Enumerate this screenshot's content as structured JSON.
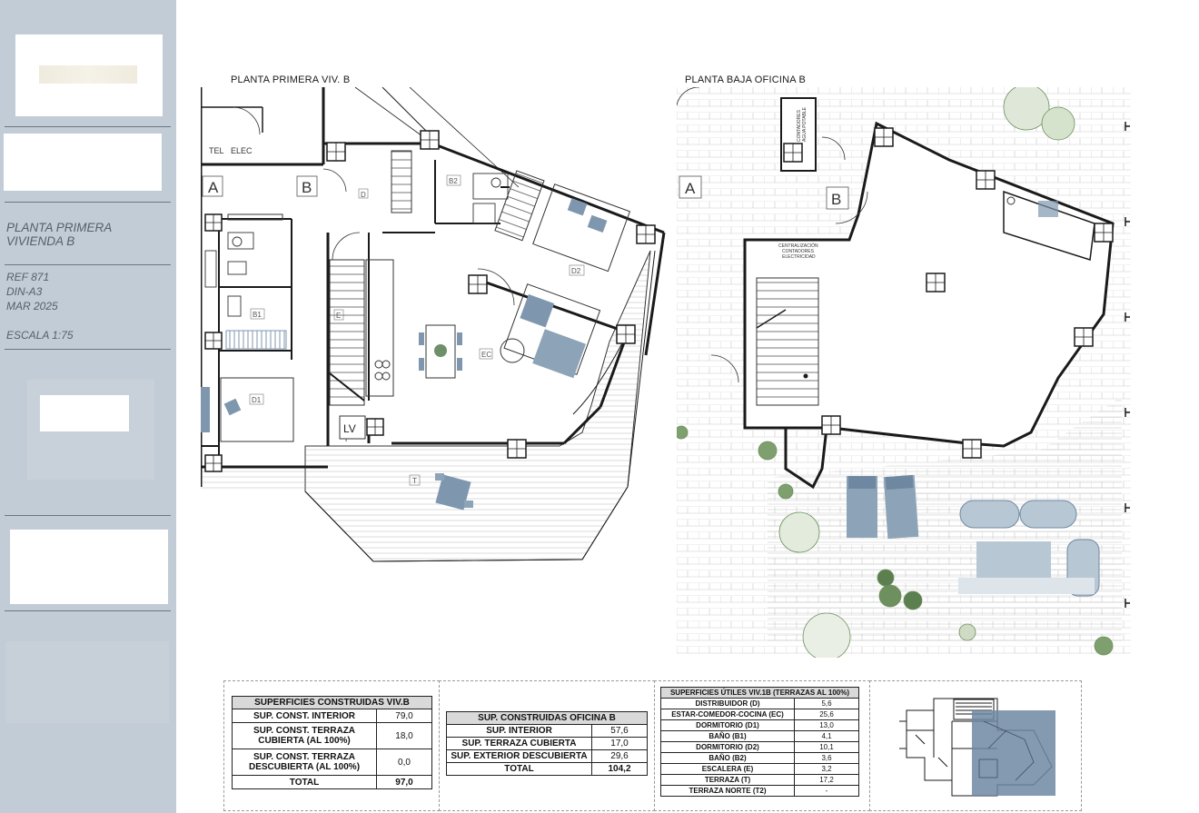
{
  "sidebar": {
    "title": "PLANTA PRIMERA\nVIVIENDA B",
    "ref": "REF  871",
    "format": "DIN-A3",
    "date": "MAR 2025",
    "scale": "ESCALA 1:75"
  },
  "plan_left": {
    "title": "PLANTA PRIMERA VIV. B",
    "labels": {
      "tel": "TEL",
      "elec": "ELEC",
      "a": "A",
      "b": "B",
      "d": "D",
      "b2": "B2",
      "b1": "B1",
      "e": "E",
      "ec": "EC",
      "d1": "D1",
      "d2": "D2",
      "lv": "LV",
      "t": "T"
    }
  },
  "plan_right": {
    "title": "PLANTA BAJA OFICINA B",
    "labels": {
      "a": "A",
      "b": "B",
      "contadores_1": "CONTADORES",
      "contadores_2": "AGUA POTABLE",
      "centralizacion_1": "CENTRALIZACIÓN",
      "centralizacion_2": "CONTADORES",
      "centralizacion_3": "ELECTRICIDAD"
    }
  },
  "colors": {
    "sidebar": "#c2ccd6",
    "furniture": "#7f97ae",
    "wall": "#1a1a1a",
    "key_overlay": "#6f88a2"
  },
  "table_viv": {
    "title": "SUPERFICIES CONSTRUIDAS VIV.B",
    "rows": [
      {
        "label": "SUP. CONST. INTERIOR",
        "value": "79,0"
      },
      {
        "label": "SUP. CONST. TERRAZA CUBIERTA (AL 100%)",
        "value": "18,0"
      },
      {
        "label": "SUP. CONST. TERRAZA DESCUBIERTA (AL 100%)",
        "value": "0,0"
      }
    ],
    "total_label": "TOTAL",
    "total_value": "97,0"
  },
  "table_oficina": {
    "title": "SUP. CONSTRUIDAS OFICINA B",
    "rows": [
      {
        "label": "SUP. INTERIOR",
        "value": "57,6"
      },
      {
        "label": "SUP. TERRAZA CUBIERTA",
        "value": "17,0"
      },
      {
        "label": "SUP. EXTERIOR DESCUBIERTA",
        "value": "29,6"
      }
    ],
    "total_label": "TOTAL",
    "total_value": "104,2"
  },
  "table_utiles": {
    "title": "SUPERFICIES ÚTILES VIV.1B (TERRAZAS AL 100%)",
    "rows": [
      {
        "label": "DISTRIBUIDOR (D)",
        "value": "5,6"
      },
      {
        "label": "ESTAR-COMEDOR-COCINA (EC)",
        "value": "25,6"
      },
      {
        "label": "DORMITORIO (D1)",
        "value": "13,0"
      },
      {
        "label": "BAÑO (B1)",
        "value": "4,1"
      },
      {
        "label": "DORMITORIO (D2)",
        "value": "10,1"
      },
      {
        "label": "BAÑO (B2)",
        "value": "3,6"
      },
      {
        "label": "ESCALERA (E)",
        "value": "3,2"
      },
      {
        "label": "TERRAZA (T)",
        "value": "17,2"
      },
      {
        "label": "TERRAZA NORTE (T2)",
        "value": "-"
      }
    ]
  }
}
